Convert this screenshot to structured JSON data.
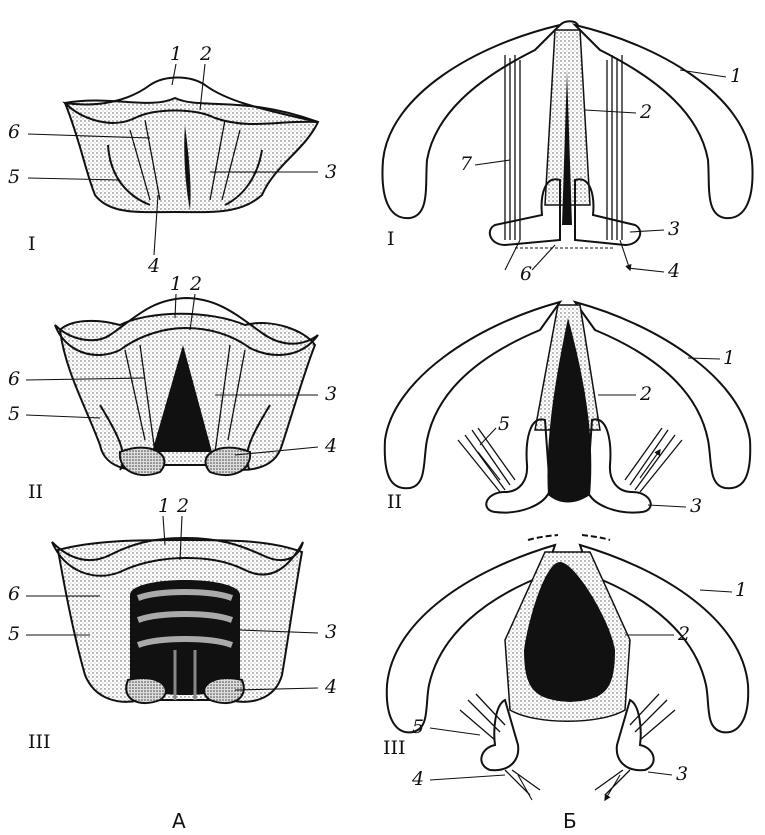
{
  "panels": {
    "A": {
      "letter": "А",
      "I": {
        "roman": "I",
        "labels": {
          "n1": "1",
          "n2": "2",
          "n3": "3",
          "n4": "4",
          "n5": "5",
          "n6": "6"
        }
      },
      "II": {
        "roman": "II",
        "labels": {
          "n1": "1",
          "n2": "2",
          "n3": "3",
          "n4": "4",
          "n5": "5",
          "n6": "6"
        }
      },
      "III": {
        "roman": "III",
        "labels": {
          "n1": "1",
          "n2": "2",
          "n3": "3",
          "n4": "4",
          "n5": "5",
          "n6": "6"
        }
      }
    },
    "B": {
      "letter": "Б",
      "I": {
        "roman": "I",
        "labels": {
          "n1": "1",
          "n2": "2",
          "n3": "3",
          "n4": "4",
          "n6": "6",
          "n7": "7"
        }
      },
      "II": {
        "roman": "II",
        "labels": {
          "n1": "1",
          "n2": "2",
          "n3": "3",
          "n5": "5"
        }
      },
      "III": {
        "roman": "III",
        "labels": {
          "n1": "1",
          "n2": "2",
          "n3": "3",
          "n4": "4",
          "n5": "5"
        }
      }
    }
  }
}
